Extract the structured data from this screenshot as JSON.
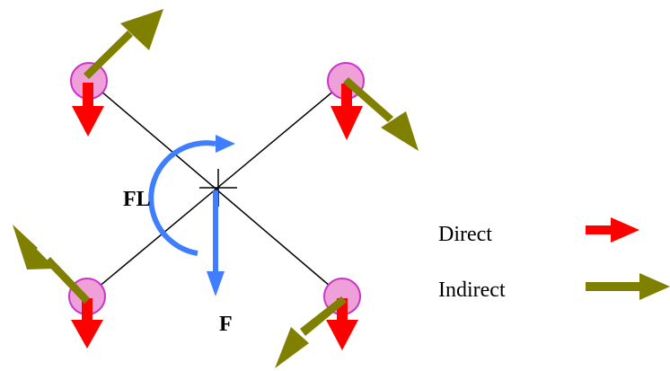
{
  "labels": {
    "moment": "FL",
    "force": "F"
  },
  "legend": {
    "direct": "Direct",
    "indirect": "Indirect"
  },
  "colors": {
    "direct": "#ff0000",
    "indirect": "#808000",
    "force": "#3f7fff",
    "rotor_fill": "#f0a0d8",
    "rotor_stroke": "#cc33cc",
    "frame": "#000000"
  }
}
